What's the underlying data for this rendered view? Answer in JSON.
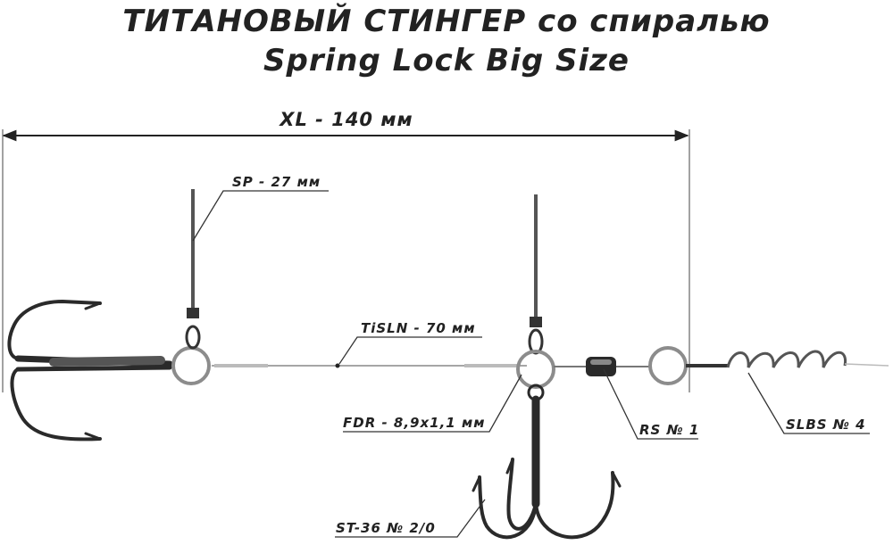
{
  "title": {
    "line1": "ТИТАНОВЫЙ СТИНГЕР со спиралью",
    "line2": "Spring Lock Big Size"
  },
  "labels": {
    "overall_length": "XL - 140 мм",
    "sp": "SP - 27 мм",
    "tisln": "TiSLN - 70 мм",
    "fdr": "FDR - 8,9x1,1 мм",
    "rs": "RS № 1",
    "slbs": "SLBS № 4",
    "st": "ST-36 № 2/0"
  },
  "colors": {
    "ink": "#222222",
    "metal": "#9a9a9a",
    "dark_metal": "#2a2a2a"
  }
}
